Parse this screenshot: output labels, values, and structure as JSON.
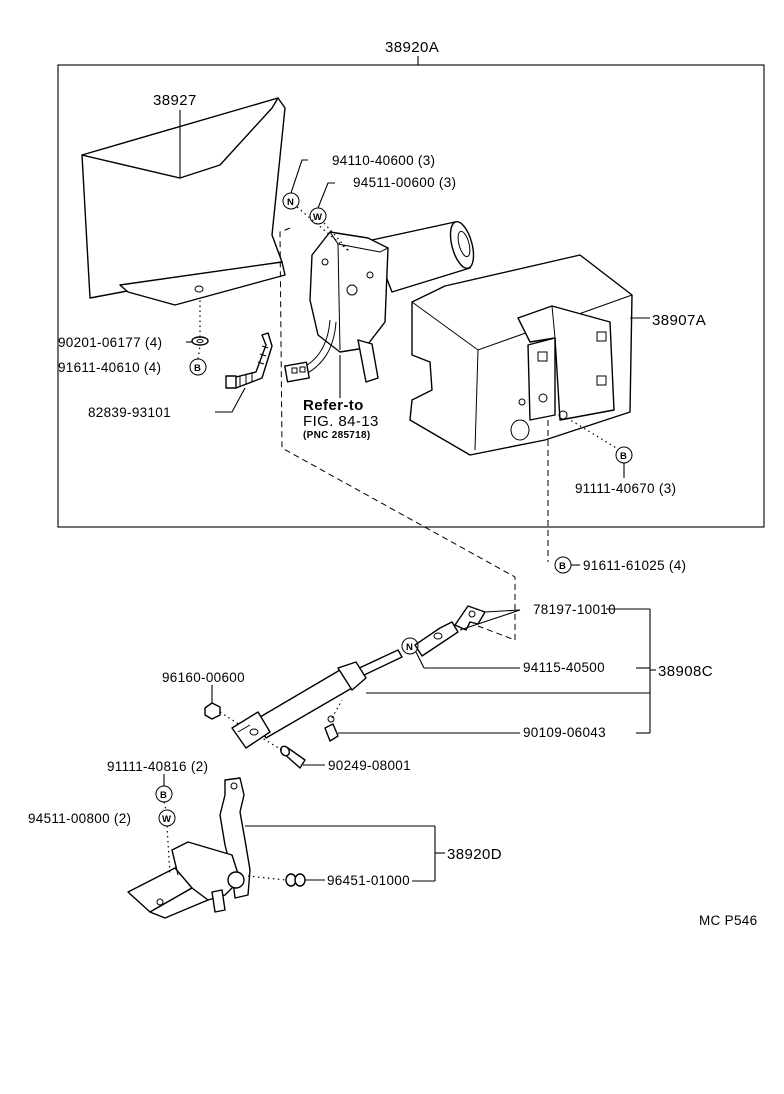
{
  "labels": {
    "assy_38920A": "38920A",
    "p38927": "38927",
    "p94110": "94110-40600 (3)",
    "p94511_06": "94511-00600 (3)",
    "p38907A": "38907A",
    "p90201": "90201-06177 (4)",
    "p91611_40610": "91611-40610 (4)",
    "p82839": "82839-93101",
    "refer_to": "Refer-to",
    "fig_ref": "FIG. 84-13",
    "pnc_ref": "(PNC 285718)",
    "p91111_40670": "91111-40670 (3)",
    "p91611_61025": "91611-61025 (4)",
    "p78197": "78197-10010",
    "p96160": "96160-00600",
    "p94115": "94115-40500",
    "assy_38908C": "38908C",
    "p90109": "90109-06043",
    "p91111_40816": "91111-40816 (2)",
    "p90249": "90249-08001",
    "p94511_08": "94511-00800 (2)",
    "assy_38920D": "38920D",
    "p96451": "96451-01000",
    "page_code": "MC P546"
  },
  "symbols": {
    "nut": "N",
    "washer": "W",
    "bolt": "B"
  }
}
